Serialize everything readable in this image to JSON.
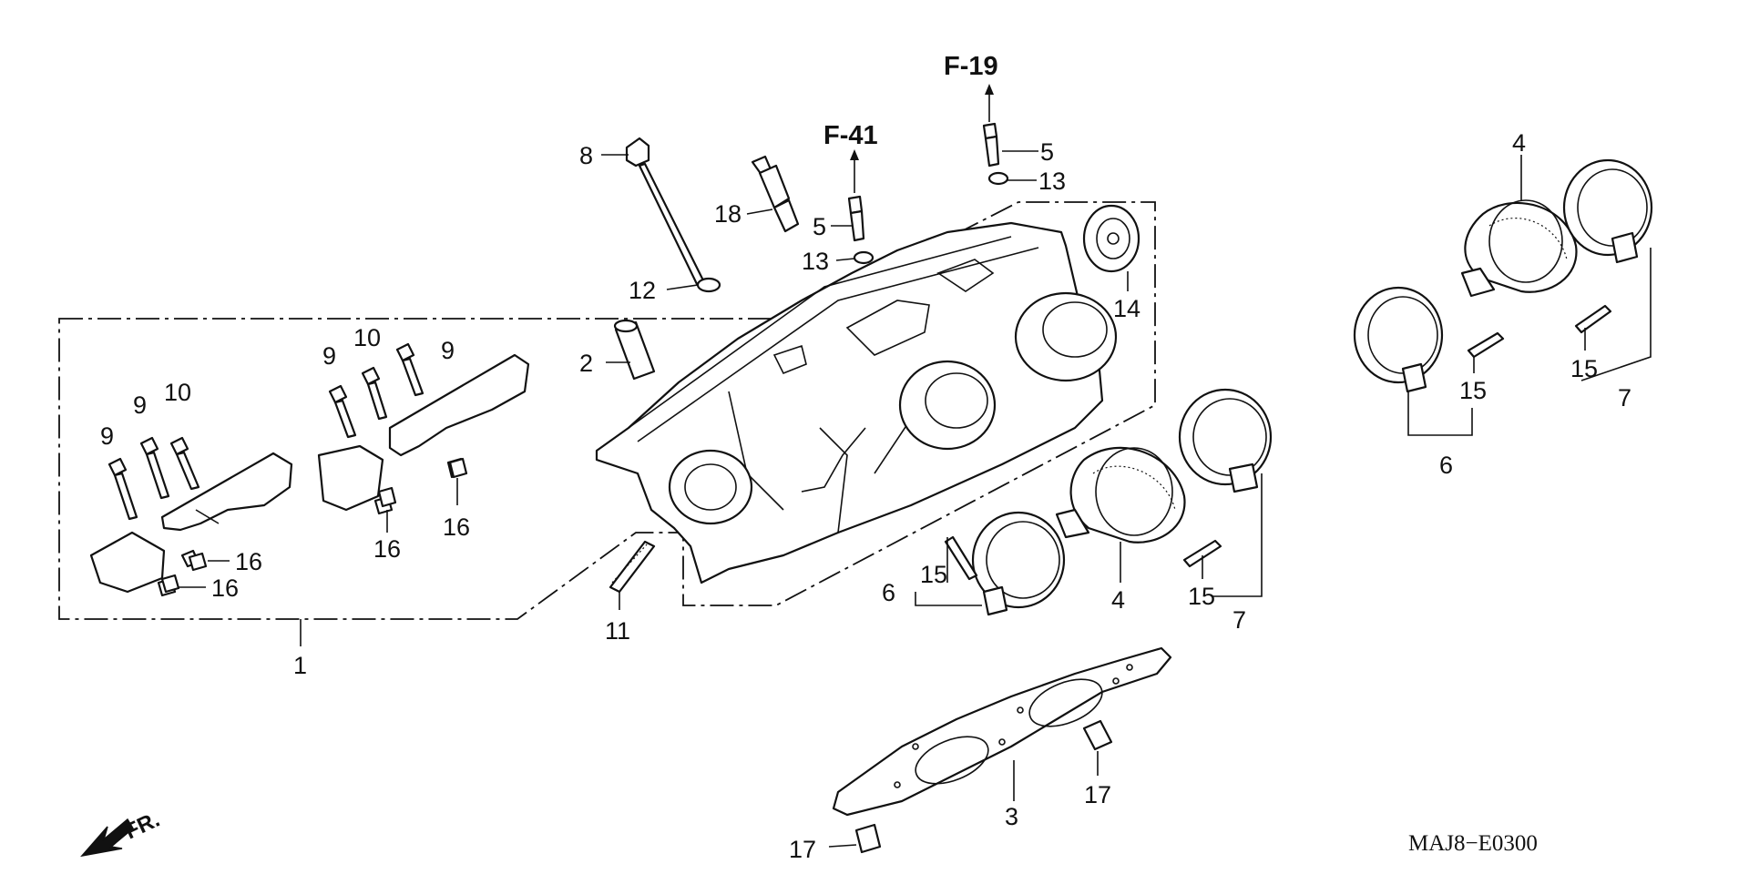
{
  "references": {
    "f41": "F-41",
    "f19": "F-19"
  },
  "diagram_code": "MAJ8−E0300",
  "front_marker": "FR.",
  "callouts": {
    "c1": "1",
    "c2": "2",
    "c3": "3",
    "c4a": "4",
    "c4b": "4",
    "c5a": "5",
    "c5b": "5",
    "c6a": "6",
    "c6b": "6",
    "c7a": "7",
    "c7b": "7",
    "c8": "8",
    "c9a": "9",
    "c9b": "9",
    "c9c": "9",
    "c9d": "9",
    "c10a": "10",
    "c10b": "10",
    "c11": "11",
    "c12": "12",
    "c13a": "13",
    "c13b": "13",
    "c14": "14",
    "c15a": "15",
    "c15b": "15",
    "c15c": "15",
    "c15d": "15",
    "c16a": "16",
    "c16b": "16",
    "c16c": "16",
    "c16d": "16",
    "c17a": "17",
    "c17b": "17",
    "c18": "18"
  }
}
